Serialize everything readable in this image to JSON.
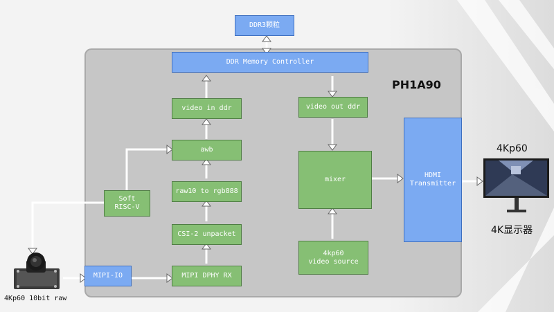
{
  "chip": {
    "name": "PH1A90"
  },
  "blocks": {
    "ddr3": "DDR3颗粒",
    "ddr_controller": "DDR Memory Controller",
    "video_in_ddr": "video in ddr",
    "awb": "awb",
    "raw_to_rgb": "raw10 to rgb888",
    "csi_unpack": "CSI-2 unpacket",
    "mipi_dphy": "MIPI DPHY RX",
    "mipi_io": "MIPI-IO",
    "soft_risc": "Soft\nRISC-V",
    "video_out_ddr": "video out ddr",
    "mixer": "mixer",
    "video_source": "4kp60\nvideo source",
    "hdmi_tx": "HDMI\nTransmitter"
  },
  "external": {
    "camera_label": "4Kp60 10bit raw",
    "monitor_res": "4Kp60",
    "monitor_label": "4K显示器"
  },
  "colors": {
    "green": "#86bf74",
    "blue": "#7baaf2",
    "fpga_bg": "#c6c6c6"
  }
}
